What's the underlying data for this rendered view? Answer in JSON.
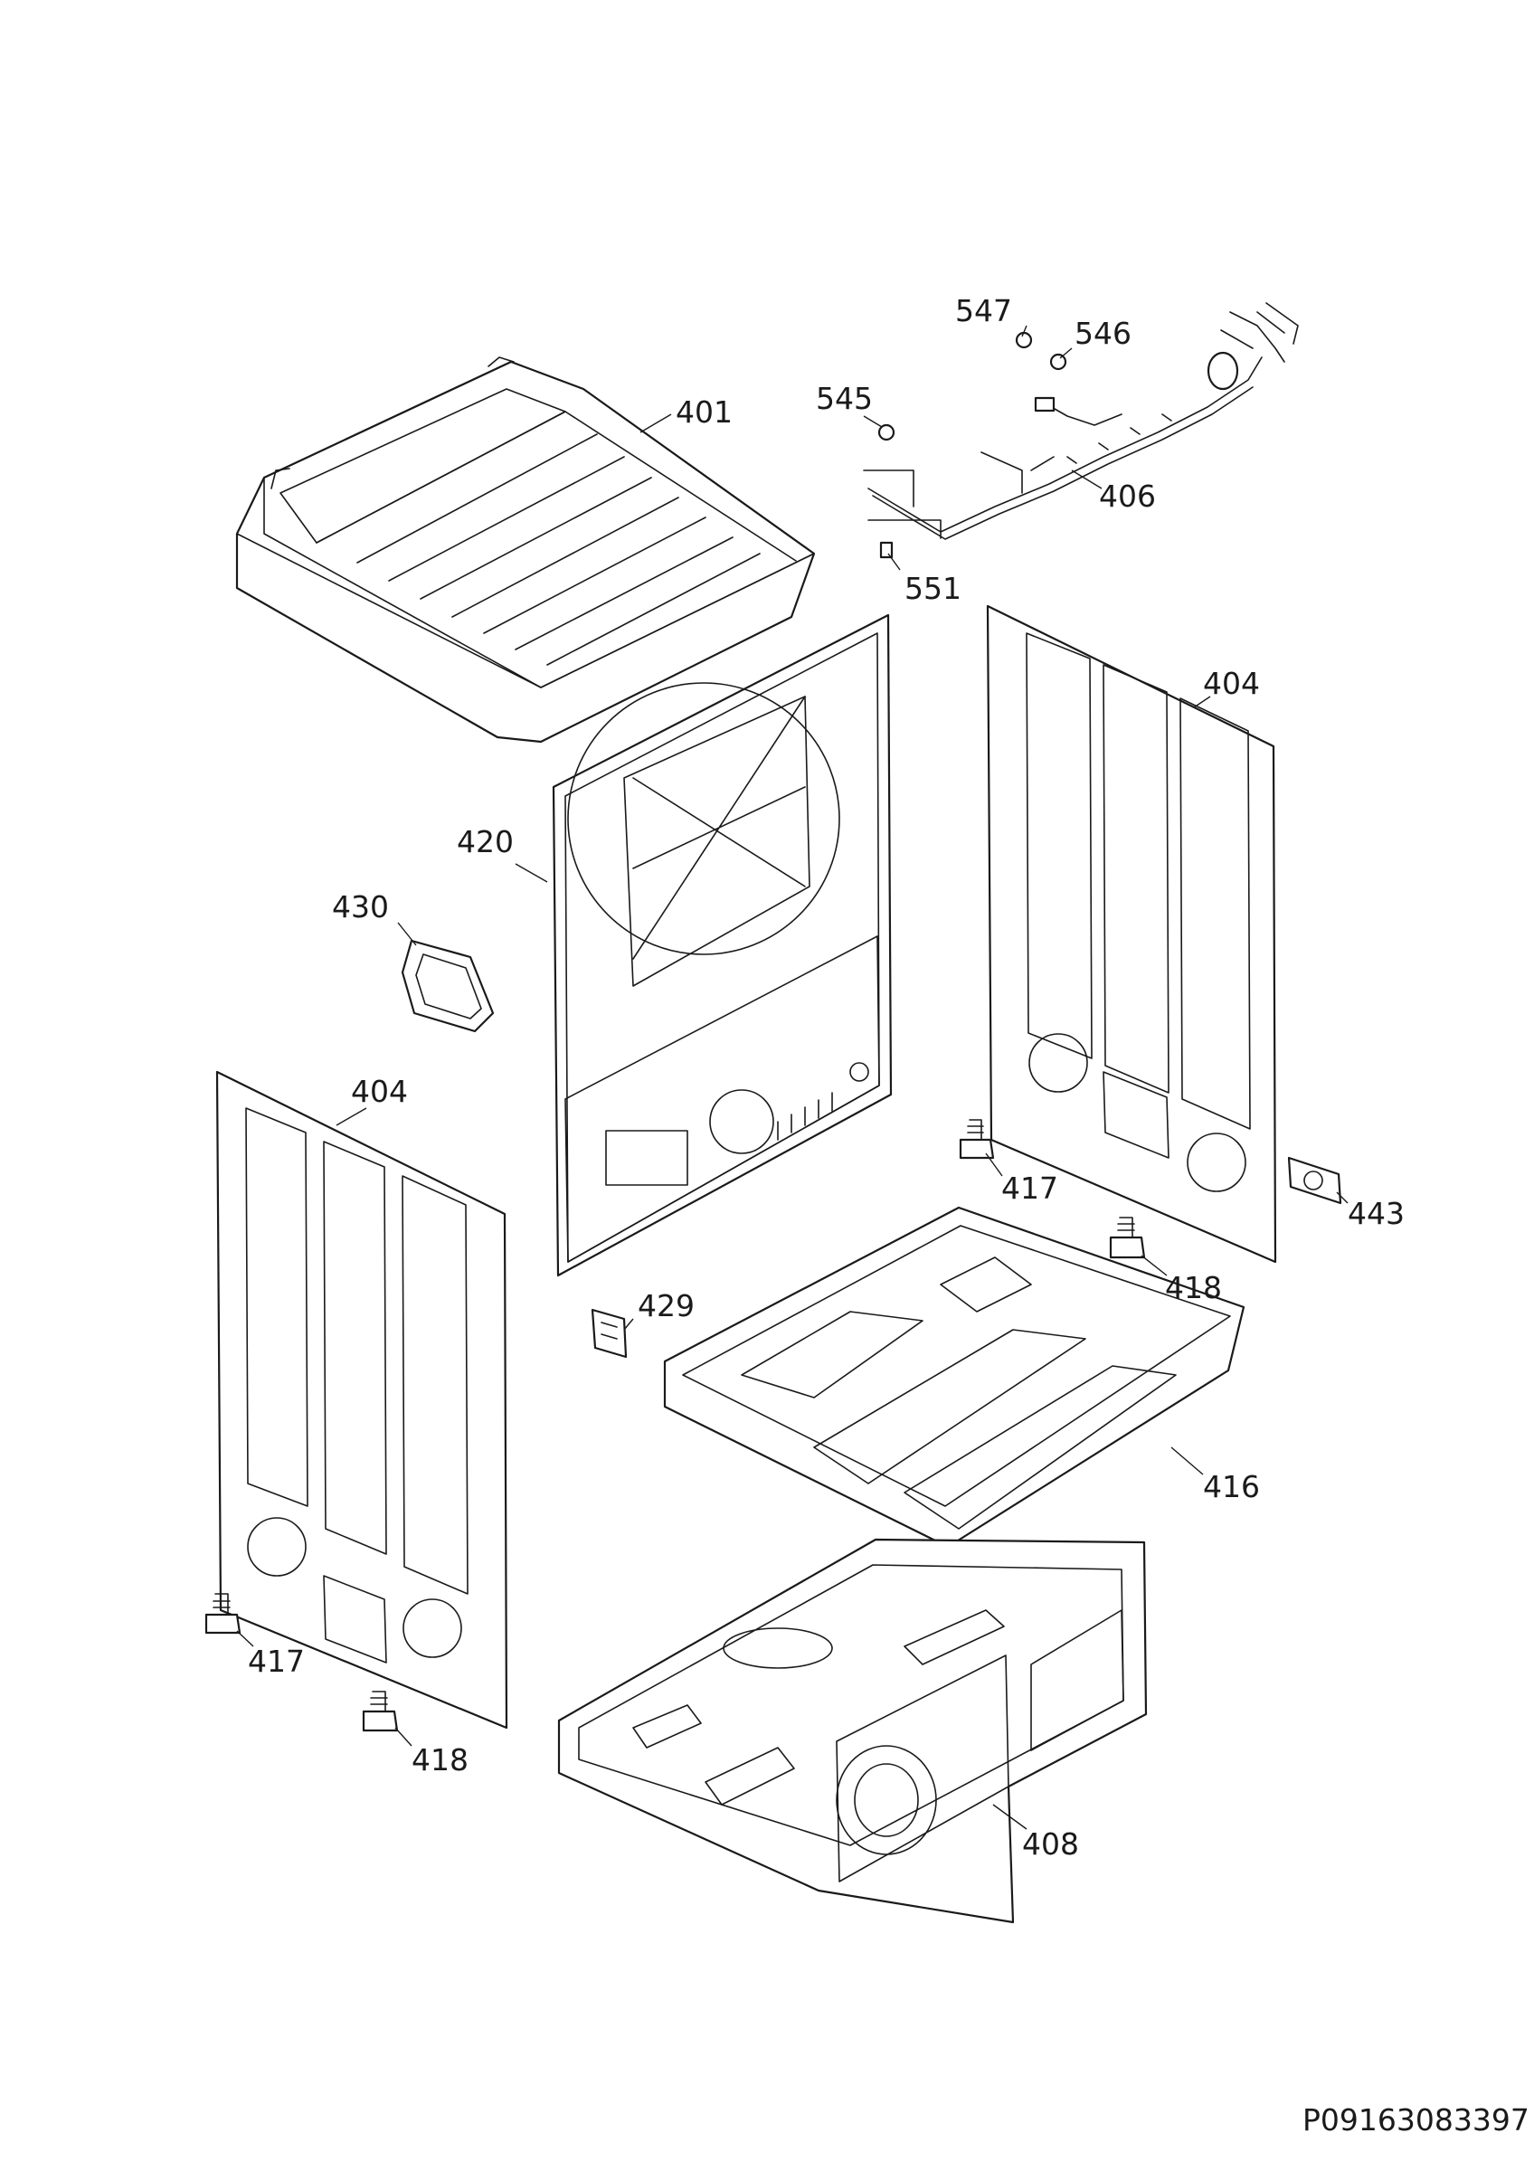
{
  "document_number": "P09163083397",
  "callouts": [
    {
      "id": "c-547",
      "text": "547"
    },
    {
      "id": "c-546",
      "text": "546"
    },
    {
      "id": "c-545",
      "text": "545"
    },
    {
      "id": "c-401",
      "text": "401"
    },
    {
      "id": "c-406",
      "text": "406"
    },
    {
      "id": "c-551",
      "text": "551"
    },
    {
      "id": "c-404a",
      "text": "404"
    },
    {
      "id": "c-420",
      "text": "420"
    },
    {
      "id": "c-430",
      "text": "430"
    },
    {
      "id": "c-404b",
      "text": "404"
    },
    {
      "id": "c-417a",
      "text": "417"
    },
    {
      "id": "c-443",
      "text": "443"
    },
    {
      "id": "c-418a",
      "text": "418"
    },
    {
      "id": "c-429",
      "text": "429"
    },
    {
      "id": "c-416",
      "text": "416"
    },
    {
      "id": "c-417b",
      "text": "417"
    },
    {
      "id": "c-418b",
      "text": "418"
    },
    {
      "id": "c-408",
      "text": "408"
    }
  ]
}
